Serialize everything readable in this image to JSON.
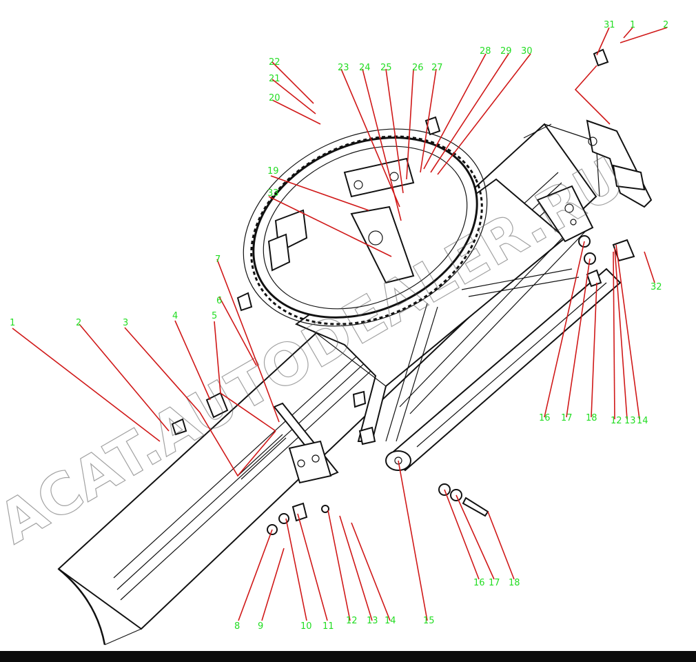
{
  "watermark": "ACAT.AUTODEALER.RU",
  "labels": [
    {
      "id": "l1a",
      "text": "1"
    },
    {
      "id": "l2a",
      "text": "2"
    },
    {
      "id": "l3",
      "text": "3"
    },
    {
      "id": "l4",
      "text": "4"
    },
    {
      "id": "l5",
      "text": "5"
    },
    {
      "id": "l6",
      "text": "6"
    },
    {
      "id": "l7",
      "text": "7"
    },
    {
      "id": "l8",
      "text": "8"
    },
    {
      "id": "l9",
      "text": "9"
    },
    {
      "id": "l10",
      "text": "10"
    },
    {
      "id": "l11",
      "text": "11"
    },
    {
      "id": "l12a",
      "text": "12"
    },
    {
      "id": "l13a",
      "text": "13"
    },
    {
      "id": "l14a",
      "text": "14"
    },
    {
      "id": "l15",
      "text": "15"
    },
    {
      "id": "l16a",
      "text": "16"
    },
    {
      "id": "l17a",
      "text": "17"
    },
    {
      "id": "l18a",
      "text": "18"
    },
    {
      "id": "l16b",
      "text": "16"
    },
    {
      "id": "l17b",
      "text": "17"
    },
    {
      "id": "l18b",
      "text": "18"
    },
    {
      "id": "l12b",
      "text": "12"
    },
    {
      "id": "l13b",
      "text": "13"
    },
    {
      "id": "l14b",
      "text": "14"
    },
    {
      "id": "l19",
      "text": "19"
    },
    {
      "id": "l20",
      "text": "20"
    },
    {
      "id": "l21",
      "text": "21"
    },
    {
      "id": "l22",
      "text": "22"
    },
    {
      "id": "l23",
      "text": "23"
    },
    {
      "id": "l24",
      "text": "24"
    },
    {
      "id": "l25",
      "text": "25"
    },
    {
      "id": "l26",
      "text": "26"
    },
    {
      "id": "l27",
      "text": "27"
    },
    {
      "id": "l28",
      "text": "28"
    },
    {
      "id": "l29",
      "text": "29"
    },
    {
      "id": "l30",
      "text": "30"
    },
    {
      "id": "l31",
      "text": "31"
    },
    {
      "id": "l1b",
      "text": "1"
    },
    {
      "id": "l2b",
      "text": "2"
    },
    {
      "id": "l32",
      "text": "32"
    },
    {
      "id": "l33",
      "text": "33"
    }
  ]
}
